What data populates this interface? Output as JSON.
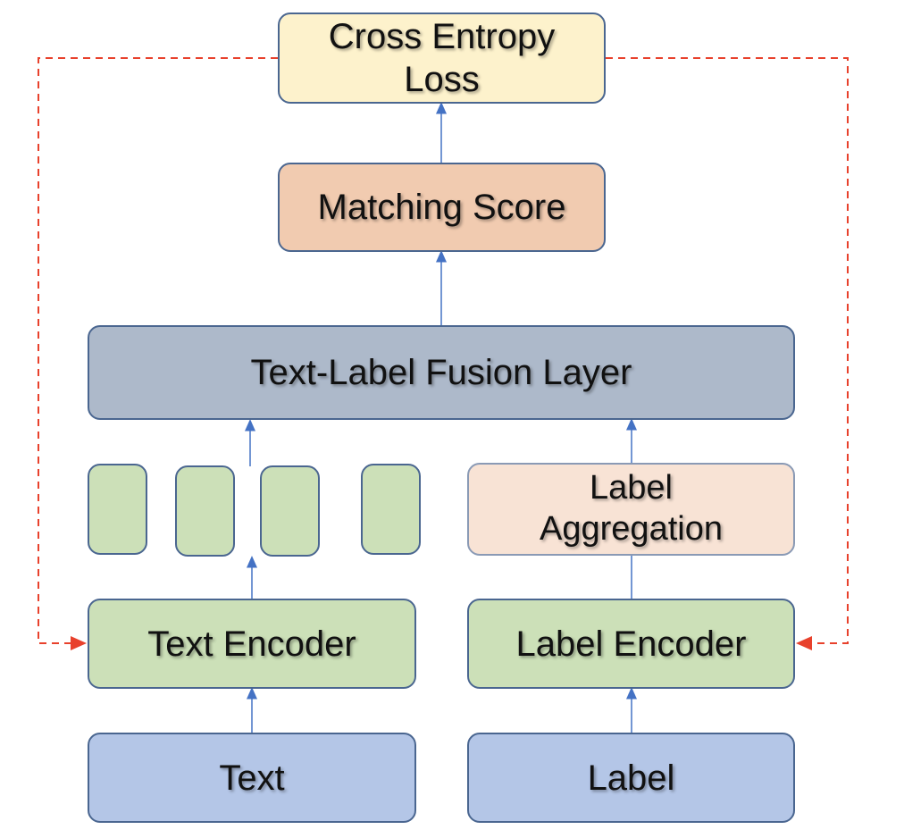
{
  "nodes": {
    "cross_entropy_loss": "Cross Entropy Loss",
    "matching_score": "Matching Score",
    "fusion_layer": "Text-Label Fusion Layer",
    "label_aggregation": "Label Aggregation",
    "text_encoder": "Text Encoder",
    "label_encoder": "Label Encoder",
    "text_input": "Text",
    "label_input": "Label"
  },
  "colors": {
    "loss_fill": "#fdf2cc",
    "score_fill": "#f1cbb0",
    "fusion_fill": "#adb9ca",
    "aggregation_fill": "#f8e3d5",
    "encoder_fill": "#cce0b8",
    "input_fill": "#b4c6e7",
    "flow_arrow": "#4472c4",
    "feedback_arrow": "#e8412c"
  }
}
